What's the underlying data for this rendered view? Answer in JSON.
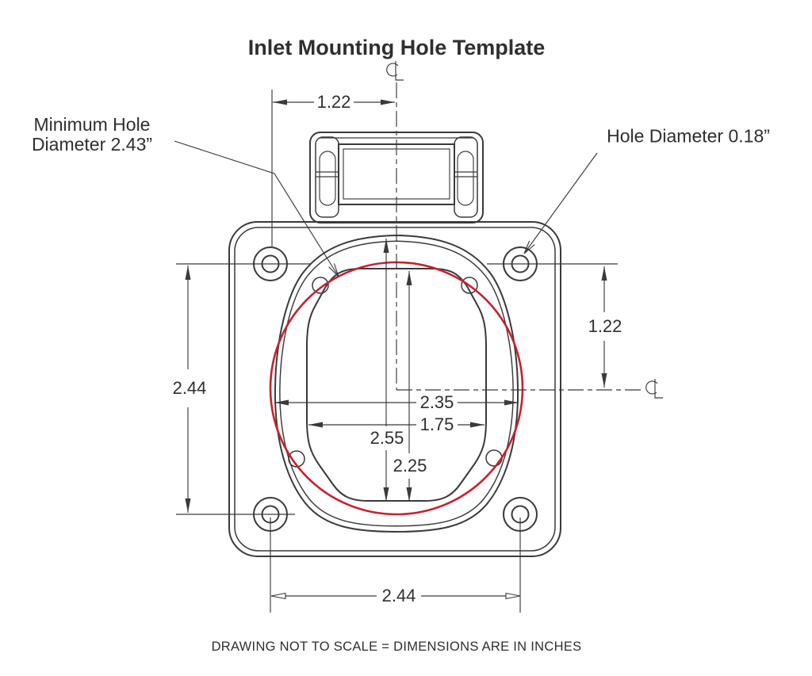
{
  "title": "Inlet Mounting Hole Template",
  "callouts": {
    "min_hole_line1": "Minimum Hole",
    "min_hole_line2": "Diameter 2.43”",
    "hole_diameter": "Hole Diameter 0.18”"
  },
  "dimensions": {
    "top_hole_to_centerline": "1.22",
    "left_hole_spacing_vertical": "2.44",
    "right_hole_to_centerline": "1.22",
    "opening_width": "2.35",
    "inner_body_width": "1.75",
    "opening_height": "2.55",
    "inner_body_height": "2.25",
    "bottom_hole_spacing": "2.44"
  },
  "footer_note": "DRAWING NOT TO SCALE = DIMENSIONS ARE IN INCHES",
  "icons": {
    "centerline_symbol": "℄"
  },
  "colors": {
    "line_color": "#3a3a3c",
    "accent_red": "#cb202c",
    "text_color": "#2f2f31"
  }
}
